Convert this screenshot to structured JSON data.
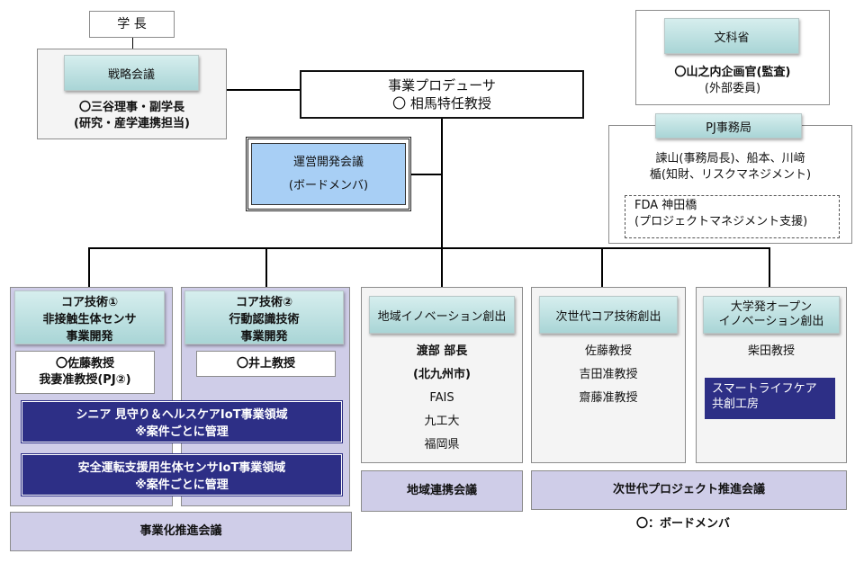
{
  "president": "学 長",
  "strategy": {
    "label": "戦略会議",
    "line1": "〇三谷理事・副学長",
    "line2": "(研究・産学連携担当)"
  },
  "producer": {
    "line1": "事業プロデューサ",
    "line2": "〇 相馬特任教授"
  },
  "mext": {
    "label": "文科省",
    "line1": "〇山之内企画官(監査)",
    "line2": "(外部委員)"
  },
  "pj_office": {
    "label": "PJ事務局",
    "line1": "諫山(事務局長)、船本、川﨑",
    "line2": "楯(知財、リスクマネジメント)",
    "fda_line1": "FDA 神田橋",
    "fda_line2": "(プロジェクトマネジメント支援)"
  },
  "council": {
    "line1": "運営開発会議",
    "line2": "(ボードメンバ)"
  },
  "col1": {
    "title_l1": "コア技術①",
    "title_l2": "非接触生体センサ",
    "title_l3": "事業開発",
    "member_l1": "〇佐藤教授",
    "member_l2": "我妻准教授(PJ②)"
  },
  "col2": {
    "title_l1": "コア技術②",
    "title_l2": "行動認識技術",
    "title_l3": "事業開発",
    "member_l1": "〇井上教授"
  },
  "domain1": {
    "line1": "シニア 見守り＆ヘルスケアIoT事業領域",
    "line2": "※案件ごとに管理"
  },
  "domain2": {
    "line1": "安全運転支援用生体センサIoT事業領域",
    "line2": "※案件ごとに管理"
  },
  "col3": {
    "title": "地域イノベーション創出",
    "members": [
      "渡部 部長",
      "(北九州市)",
      "FAIS",
      "九工大",
      "福岡県"
    ]
  },
  "col4": {
    "title": "次世代コア技術創出",
    "members": [
      "佐藤教授",
      "吉田准教授",
      "齋藤准教授"
    ]
  },
  "col5": {
    "title_l1": "大学発オープン",
    "title_l2": "イノベーション創出",
    "member": "柴田教授",
    "studio_l1": "スマートライフケア",
    "studio_l2": "共創工房"
  },
  "meetings": {
    "commercialization": "事業化推進会議",
    "regional": "地域連携会議",
    "next_gen": "次世代プロジェクト推進会議"
  },
  "legend": "〇：ボードメンバ"
}
